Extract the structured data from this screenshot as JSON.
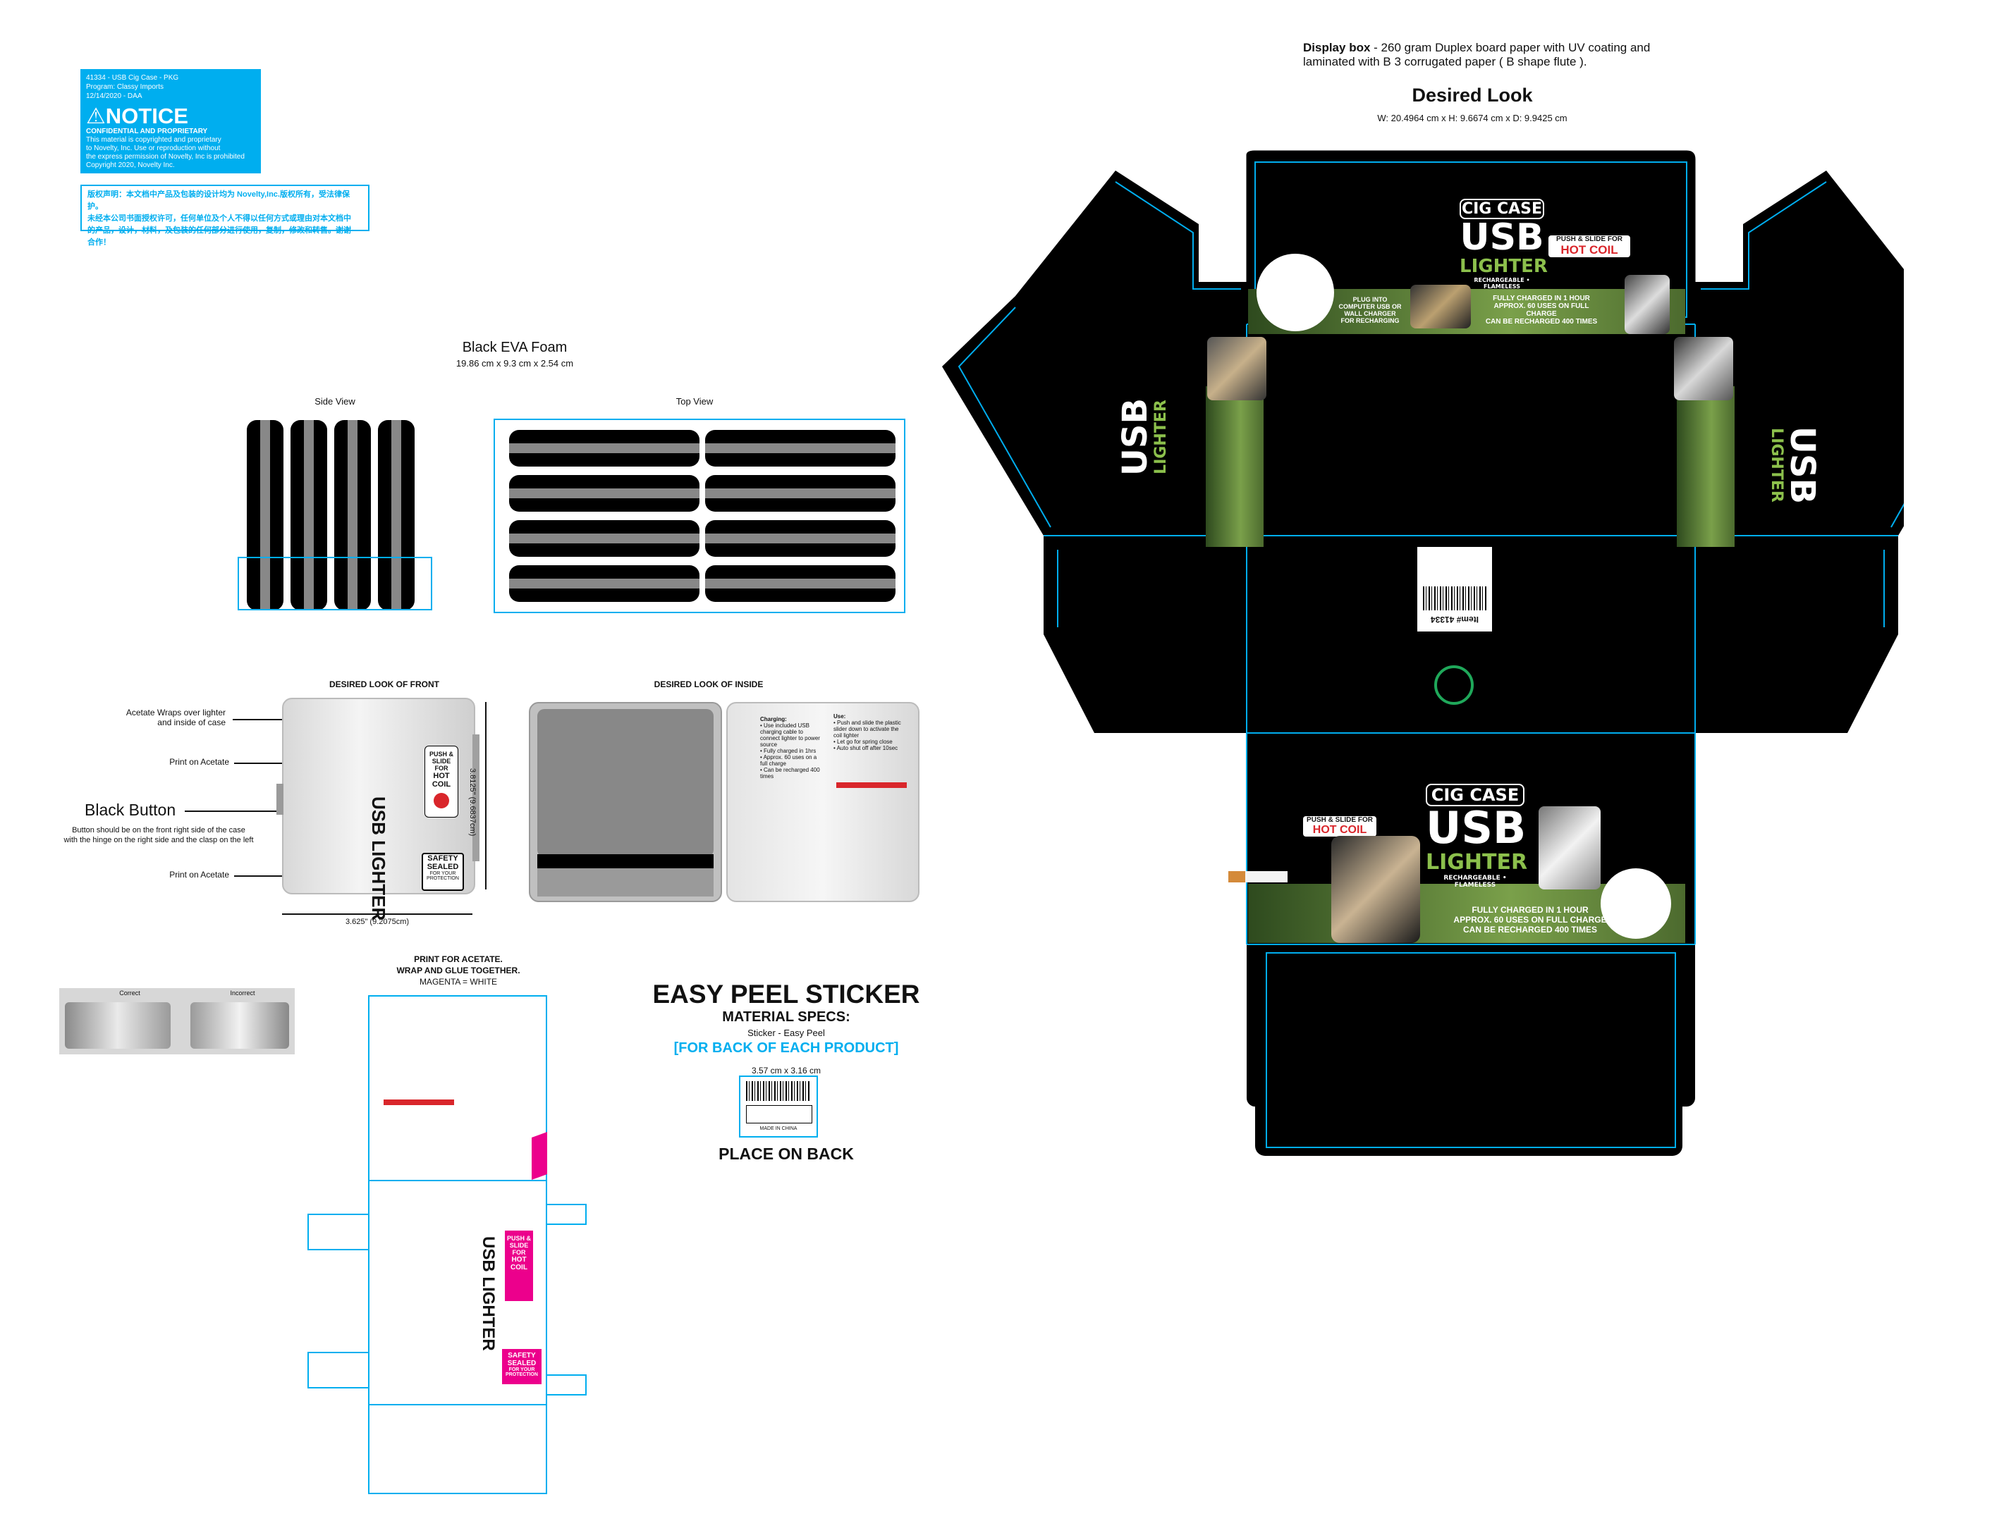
{
  "notice": {
    "line1": "41334 - USB Cig Case - PKG",
    "line2": "Program: Classy Imports",
    "line3": "12/14/2020 - DAA",
    "title": "⚠NOTICE",
    "subtitle": "CONFIDENTIAL AND PROPRIETARY",
    "body1": "This material is copyrighted and proprietary",
    "body2": "to Novelty, Inc. Use or reproduction without",
    "body3": "the express permission of Novelty, Inc is prohibited",
    "body4": "Copyright 2020, Novelty Inc.",
    "cn1": "版权声明：本文档中产品及包装的设计均为 Novelty,Inc.版权所有，受法律保护。",
    "cn2": "未经本公司书面授权许可，任何单位及个人不得以任何方式或理由对本文档中",
    "cn3": "的产品，设计，材料，及包装的任何部分进行使用，复制，修改和转售。谢谢",
    "cn4": "合作！"
  },
  "foam": {
    "title": "Black EVA Foam",
    "dims": "19.86 cm  x  9.3 cm  x  2.54 cm",
    "side_label": "Side View",
    "top_label": "Top View"
  },
  "case": {
    "front_title": "DESIRED LOOK OF FRONT",
    "inside_title": "DESIRED LOOK OF INSIDE",
    "acetate_wraps": "Acetate Wraps over lighter and inside of case",
    "print_acetate_1": "Print on Acetate",
    "black_button": "Black Button",
    "button_note1": "Button should be on the front right side of the case",
    "button_note2": "with the hinge on the right side and the clasp on the left",
    "print_acetate_2": "Print on Acetate",
    "push_slide": "PUSH & SLIDE FOR",
    "hot_coil": "HOT COIL",
    "usb_lighter": "USB LIGHTER",
    "safety": "SAFETY SEALED",
    "protection": "FOR YOUR PROTECTION",
    "height_dim": "3.8125\" (9.6837cm)",
    "width_dim": "3.625\" (9.2075cm)",
    "charging_title": "Charging:",
    "charging_1": "• Use included USB charging cable to connect lighter to power source",
    "charging_2": "• Fully charged in 1hrs",
    "charging_3": "• Approx. 60 uses on a full charge",
    "charging_4": "• Can be recharged 400 times",
    "use_title": "Use:",
    "use_1": "• Push and slide the plastic slider down to activate the coil lighter",
    "use_2": "• Let go for spring close",
    "use_3": "• Auto shut off after 10sec"
  },
  "swatch": {
    "correct": "Correct",
    "incorrect": "Incorrect"
  },
  "acetate": {
    "l1": "PRINT FOR ACETATE.",
    "l2": "WRAP AND GLUE TOGETHER.",
    "l3": "MAGENTA = WHITE"
  },
  "sticker": {
    "title": "EASY PEEL STICKER",
    "specs": "MATERIAL SPECS:",
    "material": "Sticker - Easy Peel",
    "for_back": "[FOR BACK OF EACH PRODUCT]",
    "dims": "3.57 cm x 3.16 cm",
    "place": "PLACE ON BACK",
    "made_in": "MADE IN CHINA"
  },
  "display": {
    "desc_bold": "Display box",
    "desc_1": " - 260 gram Duplex board paper with UV coating and",
    "desc_2": "laminated with B 3 corrugated paper ( B shape flute ).",
    "desired": "Desired Look",
    "dims": "W: 20.4964 cm  x  H: 9.6674 cm  x  D: 9.9425 cm",
    "cig_case": "CIG CASE",
    "usb": "USB",
    "lighter": "LIGHTER",
    "rech": "RECHARGEABLE • FLAMELESS",
    "push_slide": "PUSH & SLIDE FOR",
    "hot_coil": "HOT COIL",
    "plug_1": "PLUG INTO",
    "plug_2": "COMPUTER USB OR",
    "plug_3": "WALL CHARGER",
    "plug_4": "FOR RECHARGING",
    "charged_1": "FULLY CHARGED IN 1 HOUR",
    "charged_2": "APPROX. 60 USES ON FULL CHARGE",
    "charged_3": "CAN BE RECHARGED 400 TIMES",
    "item_no": "Item# 41334"
  },
  "colors": {
    "cyan": "#00aeef",
    "magenta": "#ec008c",
    "green": "#7aa04a",
    "black": "#000000"
  }
}
